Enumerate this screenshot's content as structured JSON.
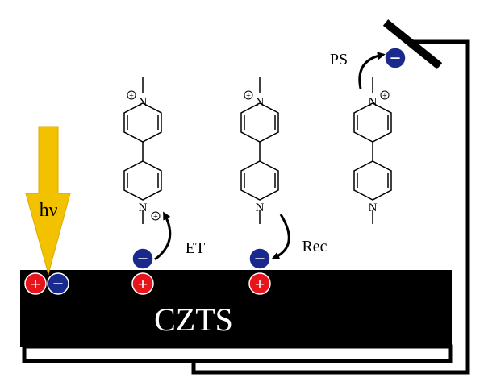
{
  "labels": {
    "light": "hν",
    "electron_transfer": "ET",
    "recombination": "Rec",
    "photoswitch": "PS",
    "semiconductor": "CZTS",
    "ring_nitrogen": "N",
    "plus_charge": "+",
    "minus_charge": "−"
  },
  "colors": {
    "substrate": "#000000",
    "light_beam": "#f2c200",
    "light_beam_edge": "#e0a800",
    "hole": "#e8141c",
    "electron": "#1a2a8c",
    "charge_text": "#ffffff",
    "wire": "#000000"
  },
  "icons": {
    "light": "down-arrow-icon",
    "hole": "plus-circle-icon",
    "electron": "minus-circle-icon",
    "switch": "bar-icon"
  }
}
